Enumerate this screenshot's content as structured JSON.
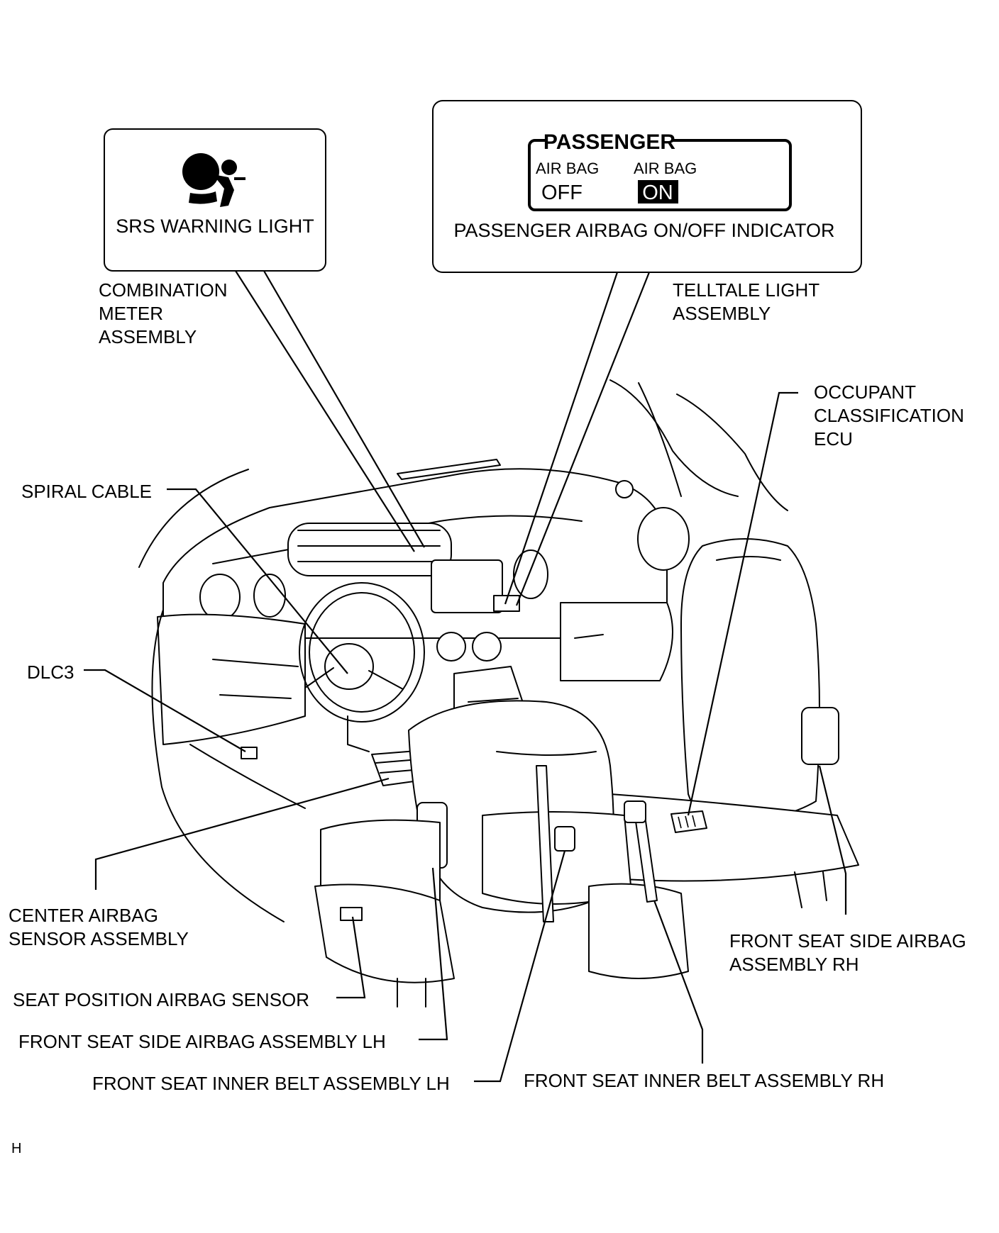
{
  "callouts": {
    "srs_warning_light": "SRS WARNING LIGHT",
    "passenger_indicator": {
      "header": "PASSENGER",
      "left_small": "AIR BAG",
      "left_big": "OFF",
      "right_small": "AIR BAG",
      "right_big": "ON",
      "caption": "PASSENGER AIRBAG ON/OFF INDICATOR"
    }
  },
  "labels": {
    "combination_meter": [
      "COMBINATION",
      "METER",
      "ASSEMBLY"
    ],
    "telltale_light": [
      "TELLTALE LIGHT",
      "ASSEMBLY"
    ],
    "occupant_ecu": [
      "OCCUPANT",
      "CLASSIFICATION",
      "ECU"
    ],
    "spiral_cable": "SPIRAL CABLE",
    "dlc3": "DLC3",
    "center_airbag_sensor": [
      "CENTER AIRBAG",
      "SENSOR ASSEMBLY"
    ],
    "front_side_airbag_rh": [
      "FRONT SEAT SIDE AIRBAG",
      "ASSEMBLY RH"
    ],
    "seat_position_sensor": "SEAT POSITION AIRBAG SENSOR",
    "front_side_airbag_lh": "FRONT SEAT SIDE AIRBAG ASSEMBLY LH",
    "inner_belt_lh": "FRONT SEAT INNER BELT ASSEMBLY LH",
    "inner_belt_rh": "FRONT SEAT INNER BELT ASSEMBLY RH"
  },
  "footer_code": "H"
}
